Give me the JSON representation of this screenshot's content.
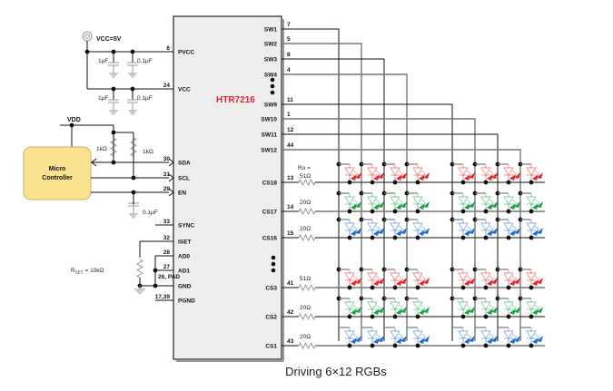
{
  "chip": {
    "name": "HTR7216",
    "left_pins": [
      {
        "num": "6",
        "name": "PVCC"
      },
      {
        "num": "24",
        "name": "VCC"
      },
      {
        "num": "30",
        "name": "SDA"
      },
      {
        "num": "31",
        "name": "SCL"
      },
      {
        "num": "29",
        "name": "EN"
      },
      {
        "num": "33",
        "name": "SYNC"
      },
      {
        "num": "32",
        "name": "ISET"
      },
      {
        "num": "28",
        "name": "AD0"
      },
      {
        "num": "27",
        "name": "AD1"
      },
      {
        "num": "26, PAD",
        "name": "GND"
      },
      {
        "num": "17,39",
        "name": "PGND"
      }
    ],
    "sw_pins": [
      {
        "num": "7",
        "name": "SW1"
      },
      {
        "num": "5",
        "name": "SW2"
      },
      {
        "num": "8",
        "name": "SW3"
      },
      {
        "num": "4",
        "name": "SW4"
      },
      {
        "num": "11",
        "name": "SW9"
      },
      {
        "num": "1",
        "name": "SW10"
      },
      {
        "num": "12",
        "name": "SW11"
      },
      {
        "num": "44",
        "name": "SW12"
      }
    ],
    "cs_pins": [
      {
        "num": "13",
        "name": "CS18",
        "resistor": "51Ω",
        "resistor_label": "Ro =",
        "color": "red"
      },
      {
        "num": "14",
        "name": "CS17",
        "resistor": "20Ω",
        "color": "green"
      },
      {
        "num": "15",
        "name": "CS16",
        "resistor": "20Ω",
        "color": "blue"
      },
      {
        "num": "41",
        "name": "CS3",
        "resistor": "51Ω",
        "color": "red"
      },
      {
        "num": "42",
        "name": "CS2",
        "resistor": "20Ω",
        "color": "green"
      },
      {
        "num": "43",
        "name": "CS1",
        "resistor": "20Ω",
        "color": "blue"
      }
    ]
  },
  "power": {
    "vcc_label": "VCC=5V",
    "vdd_label": "VDD",
    "pvcc_caps": [
      "1µF",
      "0.1µF"
    ],
    "vcc_caps": [
      "1µF",
      "0.1µF"
    ],
    "pullups": [
      "1kΩ",
      "1kΩ"
    ],
    "en_cap": "0.1µF",
    "rset_label": "R",
    "rset_sub": "SET",
    "rset_value": "= 10kΩ"
  },
  "mcu": {
    "line1": "Micro",
    "line2": "Controller"
  },
  "led_colors": {
    "red": "#e8262a",
    "green": "#1aa34a",
    "blue": "#1f6fc9"
  },
  "caption": "Driving 6×12 RGBs"
}
